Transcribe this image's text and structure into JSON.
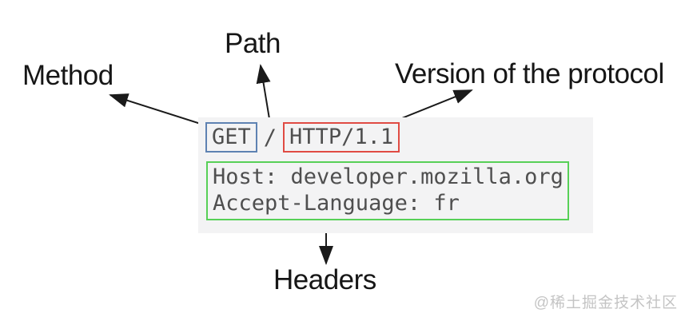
{
  "labels": {
    "method": "Method",
    "path": "Path",
    "version": "Version of the protocol",
    "headers": "Headers"
  },
  "request": {
    "method": "GET",
    "path": "/",
    "protocol": "HTTP/1.1",
    "headers": [
      "Host: developer.mozilla.org",
      "Accept-Language: fr"
    ]
  },
  "watermark": "@稀土掘金技术社区",
  "colors": {
    "method_border": "#5e82b2",
    "version_border": "#e04b43",
    "headers_border": "#57d057",
    "panel_bg": "#f3f3f4",
    "code_text": "#4f4f4f",
    "arrow": "#1a1a1a",
    "watermark_text": "#c4c4c4"
  }
}
